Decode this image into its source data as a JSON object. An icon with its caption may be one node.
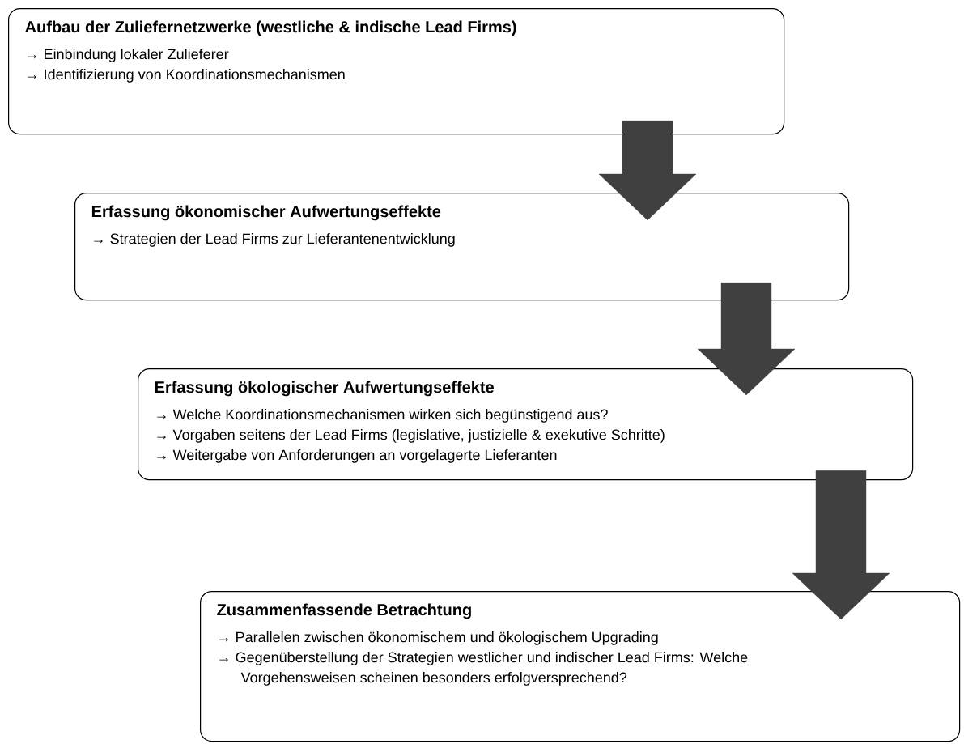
{
  "diagram": {
    "nodes": [
      {
        "text": [
          "Aufbau der Zuliefernetzwerke (westliche & indische Lead Firms)",
          "→ Einbindung lokaler Zulieferer",
          "→ Identifizierung von Koordinationsmechanismen"
        ]
      },
      {
        "text": [
          "Erfassung ökonomischer Aufwertungseffekte",
          "→ Strategien der Lead Firms zur Lieferantenentwicklung"
        ]
      },
      {
        "text": [
          "Erfassung ökologischer Aufwertungseffekte",
          "→ Welche Koordinationsmechanismen wirken sich begünstigend aus?",
          "→ Vorgaben seitens der Lead Firms (legislative, justizielle & exekutive Schritte)",
          "→ Weitergabe von Anforderungen an vorgelagerte Lieferanten"
        ]
      },
      {
        "text": [
          "Zusammenfassende Betrachtung",
          "→ Parallelen zwischen ökonomischem und ökologischem Upgrading",
          "→ Gegenüberstellung der Strategien westlicher und indischer Lead Firms: Welche Vorgehensweisen scheinen besonders erfolgversprechend?"
        ]
      }
    ],
    "edges": [
      {
        "from": 0,
        "to": 1,
        "arrow": "to"
      },
      {
        "from": 1,
        "to": 2,
        "arrow": "to"
      },
      {
        "from": 2,
        "to": 3,
        "arrow": "to"
      }
    ]
  }
}
